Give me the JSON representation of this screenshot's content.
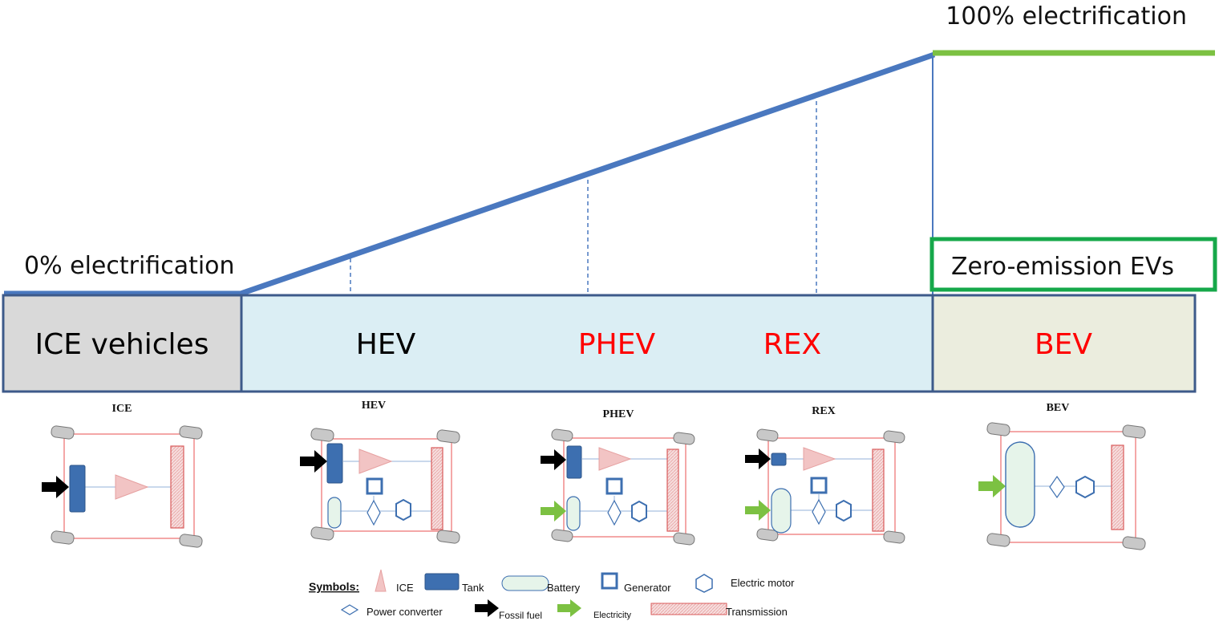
{
  "top": {
    "left_label": "0% electrification",
    "right_label": "100% electrification",
    "zero_emission_label": "Zero-emission EVs"
  },
  "categories": [
    {
      "label": "ICE vehicles",
      "color": "#000000"
    },
    {
      "label": "HEV",
      "color": "#000000"
    },
    {
      "label": "PHEV",
      "color": "#ff0000"
    },
    {
      "label": "REX",
      "color": "#ff0000"
    },
    {
      "label": "BEV",
      "color": "#ff0000"
    }
  ],
  "vehicles": [
    {
      "title": "ICE"
    },
    {
      "title": "HEV"
    },
    {
      "title": "PHEV"
    },
    {
      "title": "REX"
    },
    {
      "title": "BEV"
    }
  ],
  "legend": {
    "heading": "Symbols:",
    "ice": "ICE",
    "tank": "Tank",
    "battery": "Battery",
    "generator": "Generator",
    "electric_motor": "Electric motor",
    "power_converter": "Power converter",
    "fossil_fuel": "Fossil fuel",
    "electricity": "Electricity",
    "transmission": "Transmission"
  },
  "colors": {
    "ramp_line": "#4a78bf",
    "full_line": "#7cc142",
    "zero_box_border": "#16a84a",
    "ice_box_fill": "#d9d9d9",
    "hybrid_box_fill": "#dbeef4",
    "bev_box_fill": "#ebedde",
    "box_border": "#3d5a8a",
    "frame_pink": "#f08a8a",
    "component_blue": "#3d6fb0",
    "ice_triangle": "#f2c4c4",
    "battery_fill": "#e6f4ea"
  }
}
